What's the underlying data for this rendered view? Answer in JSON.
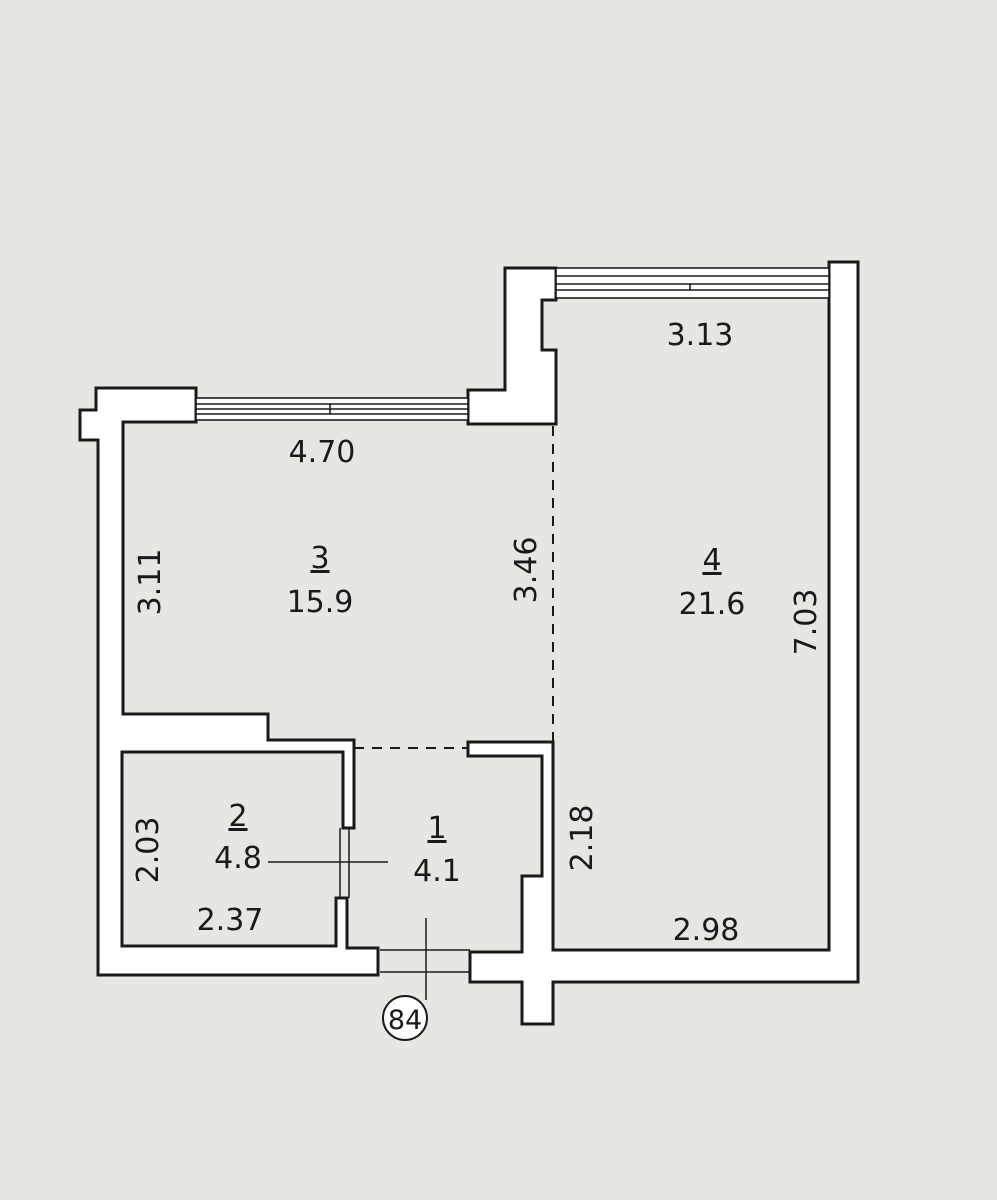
{
  "rooms": [
    {
      "number": "1",
      "area": "4.1"
    },
    {
      "number": "2",
      "area": "4.8"
    },
    {
      "number": "3",
      "area": "15.9"
    },
    {
      "number": "4",
      "area": "21.6"
    }
  ],
  "dimensions": {
    "room3_top": "4.70",
    "room3_left": "3.11",
    "room3_partition": "3.46",
    "room4_top": "3.13",
    "room4_right": "7.03",
    "room4_bottom": "2.98",
    "room4_left": "2.18",
    "room2_left": "2.03",
    "room2_bottom": "2.37"
  },
  "entrance_marker": "84"
}
